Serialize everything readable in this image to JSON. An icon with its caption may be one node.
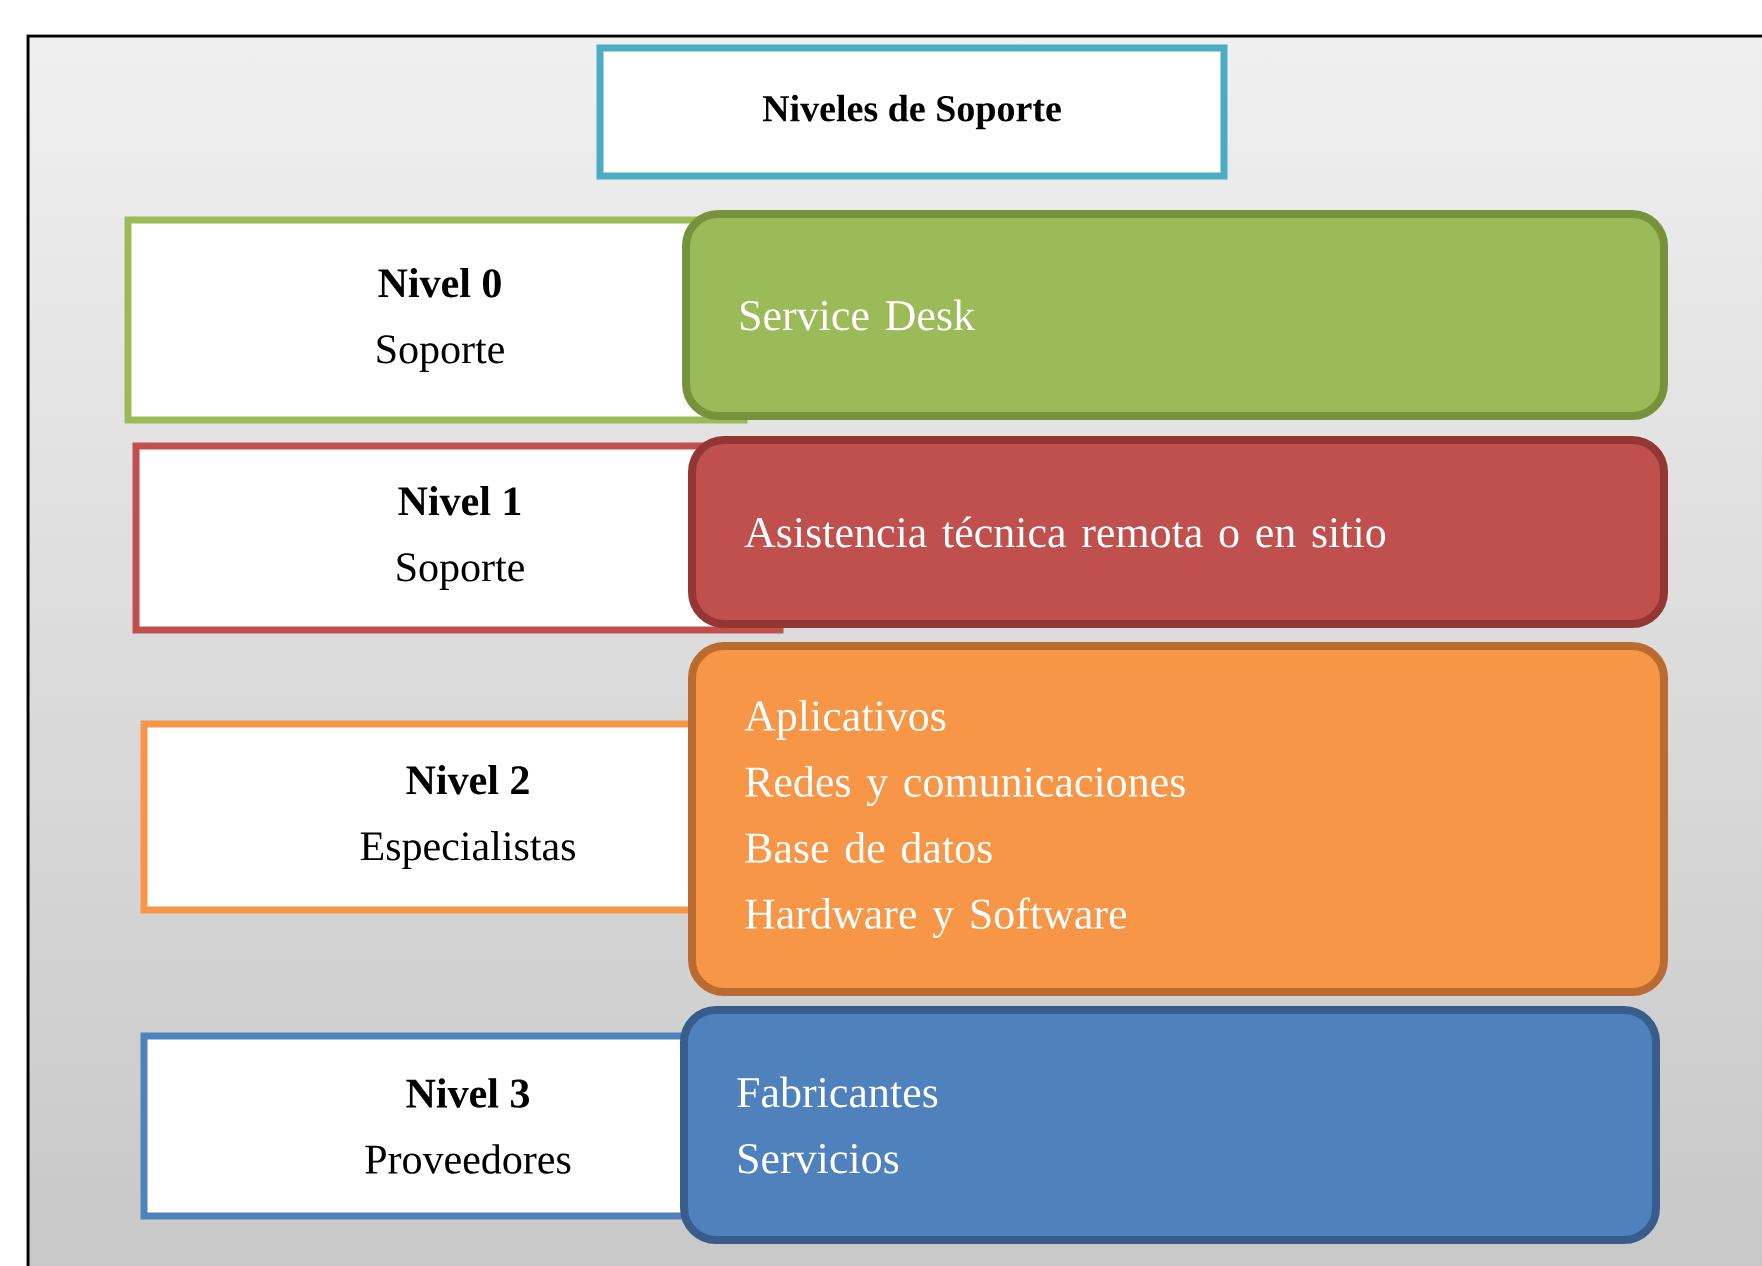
{
  "diagram": {
    "nodes": [
      {
        "text": [
          "Niveles de Soporte"
        ]
      },
      {
        "text": [
          "Nivel 0",
          "Soporte"
        ]
      },
      {
        "text": [
          "Service Desk"
        ]
      },
      {
        "text": [
          "Nivel 1",
          "Soporte"
        ]
      },
      {
        "text": [
          "Asistencia técnica remota o en sitio"
        ]
      },
      {
        "text": [
          "Nivel 2",
          "Especialistas"
        ]
      },
      {
        "text": [
          "Aplicativos",
          "Redes y comunicaciones",
          "Base de datos",
          "Hardware y Software"
        ]
      },
      {
        "text": [
          "Nivel 3",
          "Proveedores"
        ]
      },
      {
        "text": [
          "Fabricantes",
          "Servicios"
        ]
      }
    ]
  }
}
